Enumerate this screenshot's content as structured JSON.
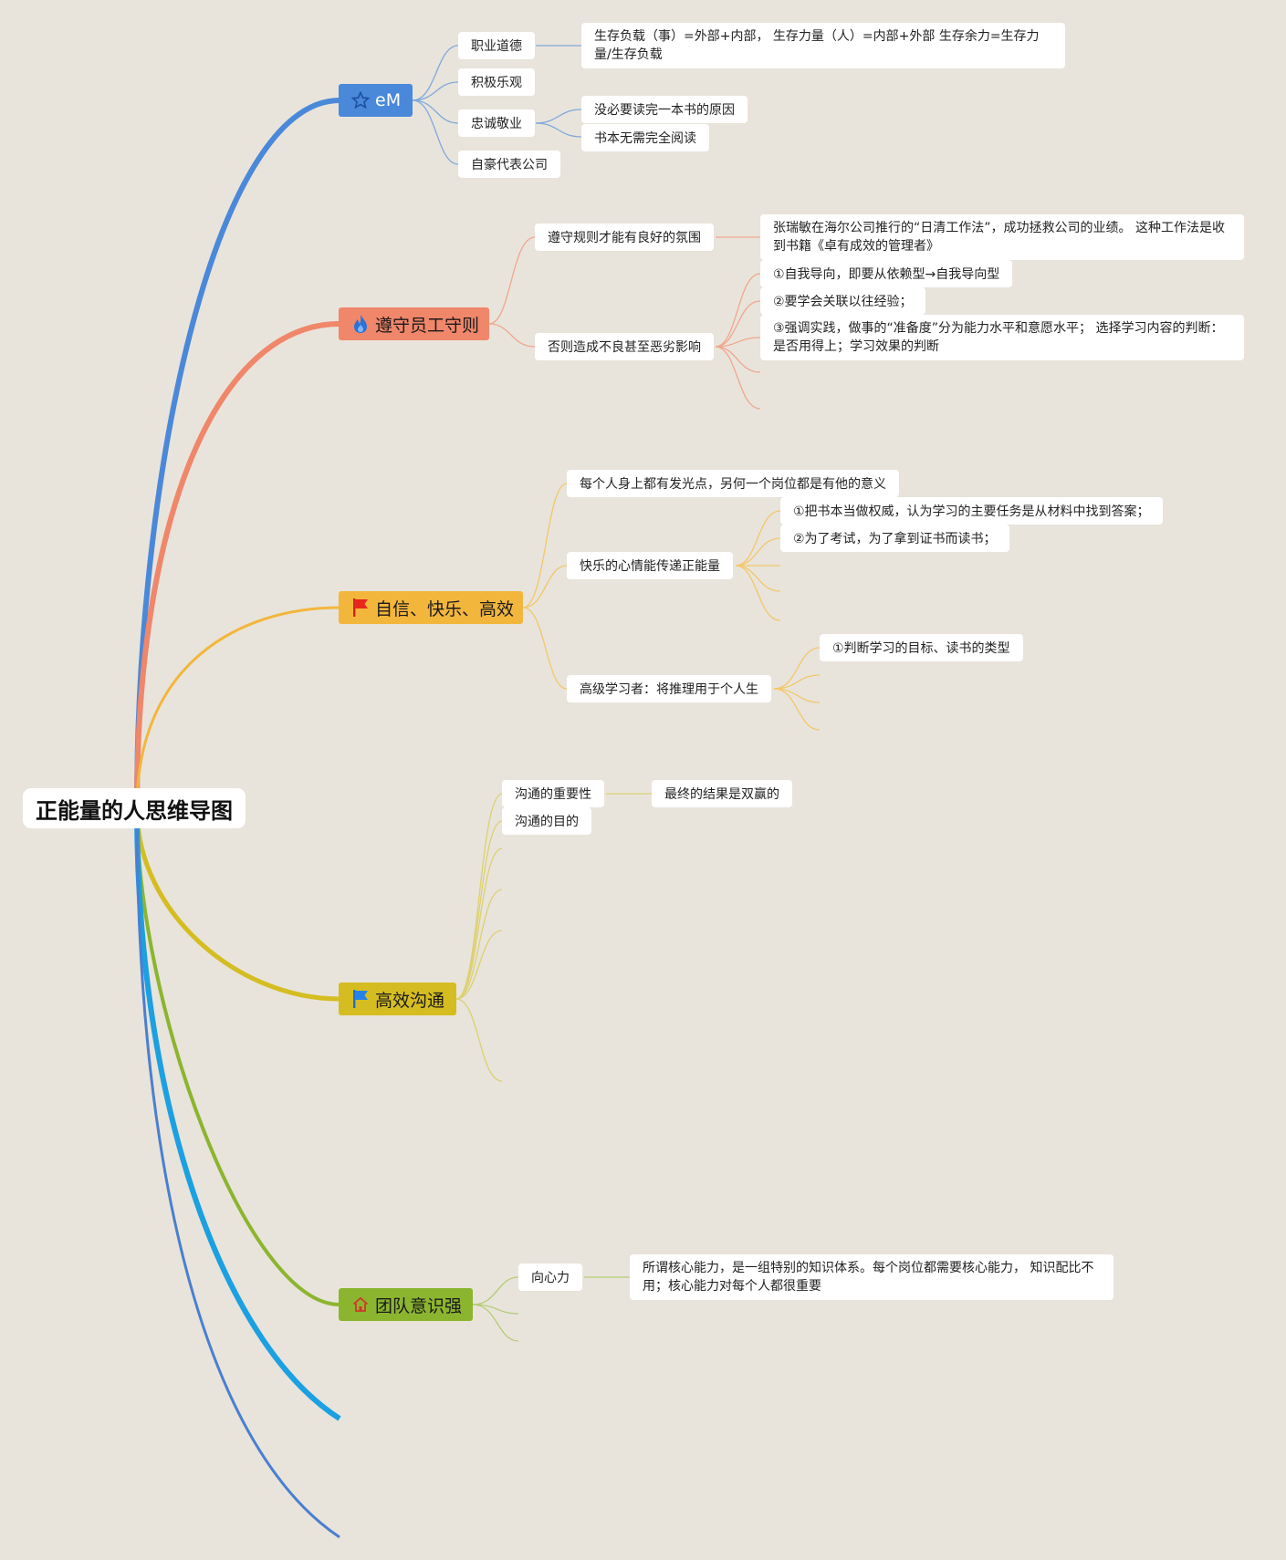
{
  "root": {
    "title": "正能量的人思维导图"
  },
  "colors": {
    "eM": "#4a88da",
    "rules": "#f0866a",
    "happy": "#f3b63c",
    "comm": "#d5bd21",
    "team": "#8cb52f",
    "extraBlue": "#1ba0e2",
    "extraBlue2": "#4a7fd0"
  },
  "branches": {
    "eM": {
      "label": "eM",
      "icon": "star-icon"
    },
    "rules": {
      "label": "遵守员工守则",
      "icon": "fire-icon"
    },
    "happy": {
      "label": "自信、快乐、高效",
      "icon": "red-flag-icon"
    },
    "comm": {
      "label": "高效沟通",
      "icon": "blue-flag-icon"
    },
    "team": {
      "label": "团队意识强",
      "icon": "house-icon"
    }
  },
  "eM": {
    "ethics": "职业道德",
    "ethics_note": "生存负载（事）=外部+内部， 生存力量（人）=内部+外部 生存余力=生存力量/生存负载",
    "optimism": "积极乐观",
    "loyalty": "忠诚敬业",
    "loyalty_n1": "没必要读完一本书的原因",
    "loyalty_n2": "书本无需完全阅读",
    "pride": "自豪代表公司"
  },
  "rules": {
    "r1": "遵守规则才能有良好的氛围",
    "r1_note": "张瑞敏在海尔公司推行的“日清工作法”，成功拯救公司的业绩。 这种工作法是收到书籍《卓有成效的管理者》",
    "r2": "否则造成不良甚至恶劣影响",
    "r2_n1": "①自我导向，即要从依赖型→自我导向型",
    "r2_n2": "②要学会关联以往经验；",
    "r2_n3": "③强调实践，做事的“准备度”分为能力水平和意愿水平； 选择学习内容的判断：是否用得上；学习效果的判断"
  },
  "happy": {
    "h1": "每个人身上都有发光点，另何一个岗位都是有他的意义",
    "h2": "快乐的心情能传递正能量",
    "h2_n1": "①把书本当做权威，认为学习的主要任务是从材料中找到答案；",
    "h2_n2": "②为了考试，为了拿到证书而读书；",
    "h3": "高级学习者：将推理用于个人生",
    "h3_n1": "①判断学习的目标、读书的类型"
  },
  "comm": {
    "c1": "沟通的重要性",
    "c1_note": "最终的结果是双赢的",
    "c2": "沟通的目的"
  },
  "team": {
    "t1": "向心力",
    "t1_note": "所谓核心能力，是一组特别的知识体系。每个岗位都需要核心能力， 知识配比不用；核心能力对每个人都很重要"
  }
}
